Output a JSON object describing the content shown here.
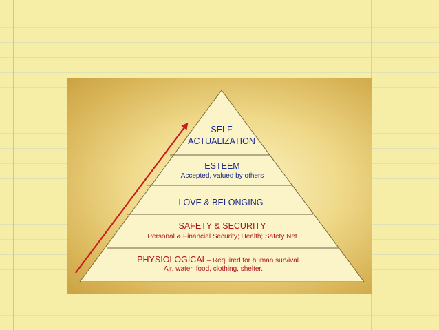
{
  "pyramid": {
    "levels": [
      {
        "title": "SELF",
        "title2": "ACTUALIZATION"
      },
      {
        "title": "ESTEEM",
        "subtitle": "Accepted, valued by others"
      },
      {
        "title": "LOVE & BELONGING"
      },
      {
        "title": "SAFETY & SECURITY",
        "subtitle": "Personal & Financial Security; Health; Safety Net"
      },
      {
        "title": "PHYSIOLOGICAL",
        "title_suffix": "– Required for human survival.",
        "subtitle": "Air, water, food, clothing, shelter."
      }
    ]
  },
  "colors": {
    "paper": "#f6eda6",
    "panel_gold": "#d9b558",
    "pyramid_fill": "#fbf4c8",
    "title_blue": "#1b2a8e",
    "text_red": "#b0151c",
    "arrow_red": "#c81d1d"
  }
}
